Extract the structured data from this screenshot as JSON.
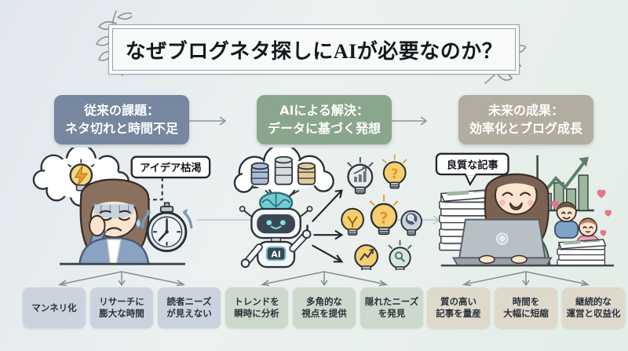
{
  "title": "なぜブログネタ探しにAIが必要なのか？",
  "columns": [
    {
      "id": "problem",
      "header_line1": "従来の課題：",
      "header_line2": "ネタ切れと時間不足",
      "callout": "アイデア枯渇",
      "labels": [
        {
          "line1": "マンネリ化",
          "line2": ""
        },
        {
          "line1": "リサーチに",
          "line2": "膨大な時間"
        },
        {
          "line1": "読者ニーズ",
          "line2": "が見えない"
        }
      ],
      "icons": [
        "thought-bubble-icon",
        "dead-lightbulb-icon",
        "stressed-writer",
        "stopwatch-icon"
      ]
    },
    {
      "id": "solution",
      "header_line1": "AIによる解決：",
      "header_line2": "データに基づく発想",
      "callout": "AI",
      "labels": [
        {
          "line1": "トレンドを",
          "line2": "瞬時に分析"
        },
        {
          "line1": "多角的な",
          "line2": "視点を提供"
        },
        {
          "line1": "隠れたニーズ",
          "line2": "を発見"
        }
      ],
      "icons": [
        "data-cloud-icon",
        "database-icon",
        "ai-robot-icon",
        "brain-icon",
        "lightbulb-chart-icon",
        "lightbulb-question-icon",
        "lightbulb-plain-icon",
        "lightbulb-magnifier-icon",
        "lightbulb-growth-icon"
      ]
    },
    {
      "id": "outcome",
      "header_line1": "未来の成果：",
      "header_line2": "効率化とブログ成長",
      "callout": "良質な記事",
      "labels": [
        {
          "line1": "質の高い",
          "line2": "記事を量産"
        },
        {
          "line1": "時間を",
          "line2": "大幅に短縮"
        },
        {
          "line1": "継続的な",
          "line2": "運営と収益化"
        }
      ],
      "icons": [
        "speech-bubble-icon",
        "article-stack-icon",
        "happy-blogger",
        "laptop-icon",
        "growth-chart-icon",
        "happy-readers-icon",
        "heart-icon"
      ]
    }
  ],
  "colors": {
    "header_problem": "#76879f",
    "header_solution": "#8aa68c",
    "header_outcome": "#b2ada0",
    "label_problem_bg": "#cbd4de",
    "label_solution_bg": "#cdd9cd",
    "label_outcome_bg": "#ded9cb",
    "flow_arrow": "#8d959d",
    "bulb_yellow": "#f5cf6e",
    "background_left": "#e1e7ee",
    "background_right": "#e3ede7"
  }
}
